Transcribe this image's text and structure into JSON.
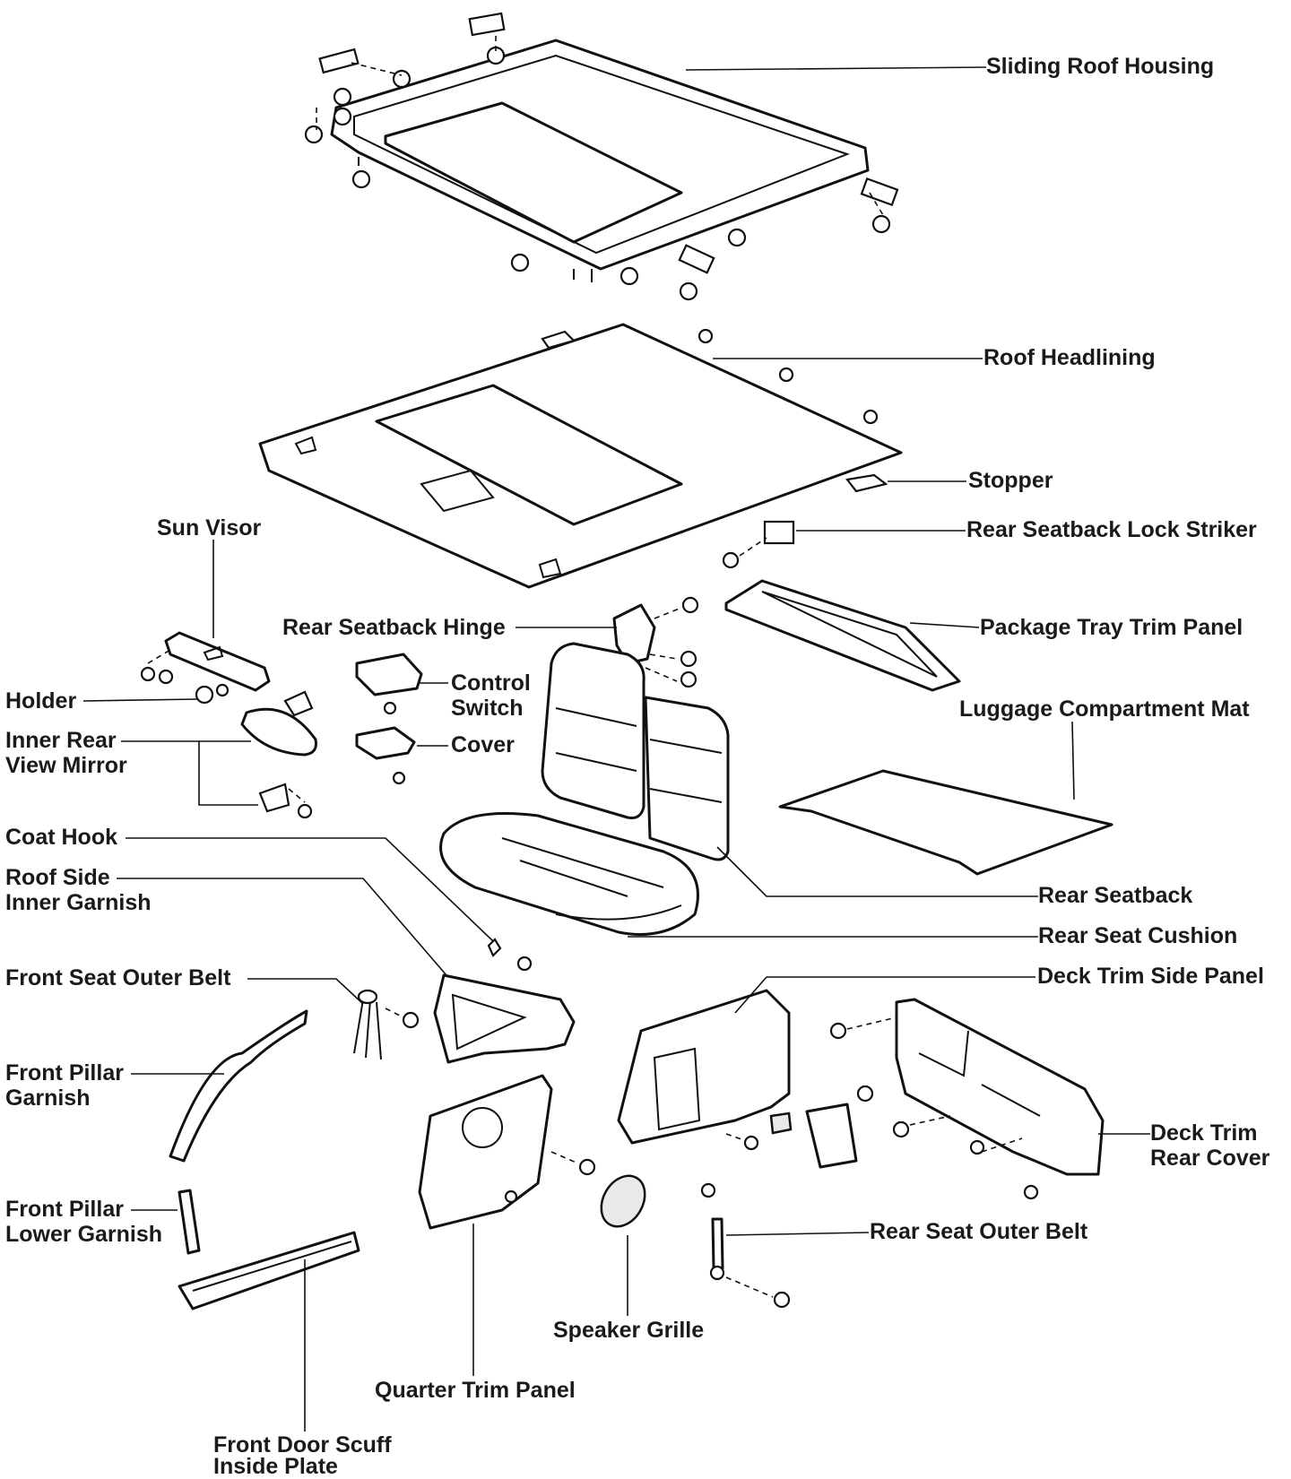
{
  "labels": {
    "sliding_roof_housing": "Sliding Roof Housing",
    "roof_headlining": "Roof Headlining",
    "stopper": "Stopper",
    "rear_seatback_lock_striker": "Rear Seatback Lock Striker",
    "sun_visor": "Sun Visor",
    "rear_seatback_hinge": "Rear Seatback Hinge",
    "package_tray_trim_panel": "Package Tray Trim Panel",
    "holder": "Holder",
    "control_switch": [
      "Control",
      "Switch"
    ],
    "inner_rear_view_mirror": [
      "Inner Rear",
      "View Mirror"
    ],
    "cover": "Cover",
    "luggage_compartment_mat": "Luggage Compartment Mat",
    "coat_hook": "Coat Hook",
    "roof_side_inner_garnish": [
      "Roof Side",
      "Inner Garnish"
    ],
    "rear_seatback": "Rear Seatback",
    "rear_seat_cushion": "Rear Seat Cushion",
    "front_seat_outer_belt": "Front Seat Outer Belt",
    "deck_trim_side_panel": "Deck Trim Side Panel",
    "front_pillar_garnish": [
      "Front Pillar",
      "Garnish"
    ],
    "deck_trim_rear_cover": [
      "Deck Trim",
      "Rear Cover"
    ],
    "front_pillar_lower_garnish": [
      "Front Pillar",
      "Lower Garnish"
    ],
    "rear_seat_outer_belt": "Rear Seat Outer Belt",
    "speaker_grille": "Speaker Grille",
    "quarter_trim_panel": "Quarter Trim Panel",
    "front_door_scuff_inside_plate": [
      "Front Door Scuff",
      "Inside Plate"
    ]
  }
}
